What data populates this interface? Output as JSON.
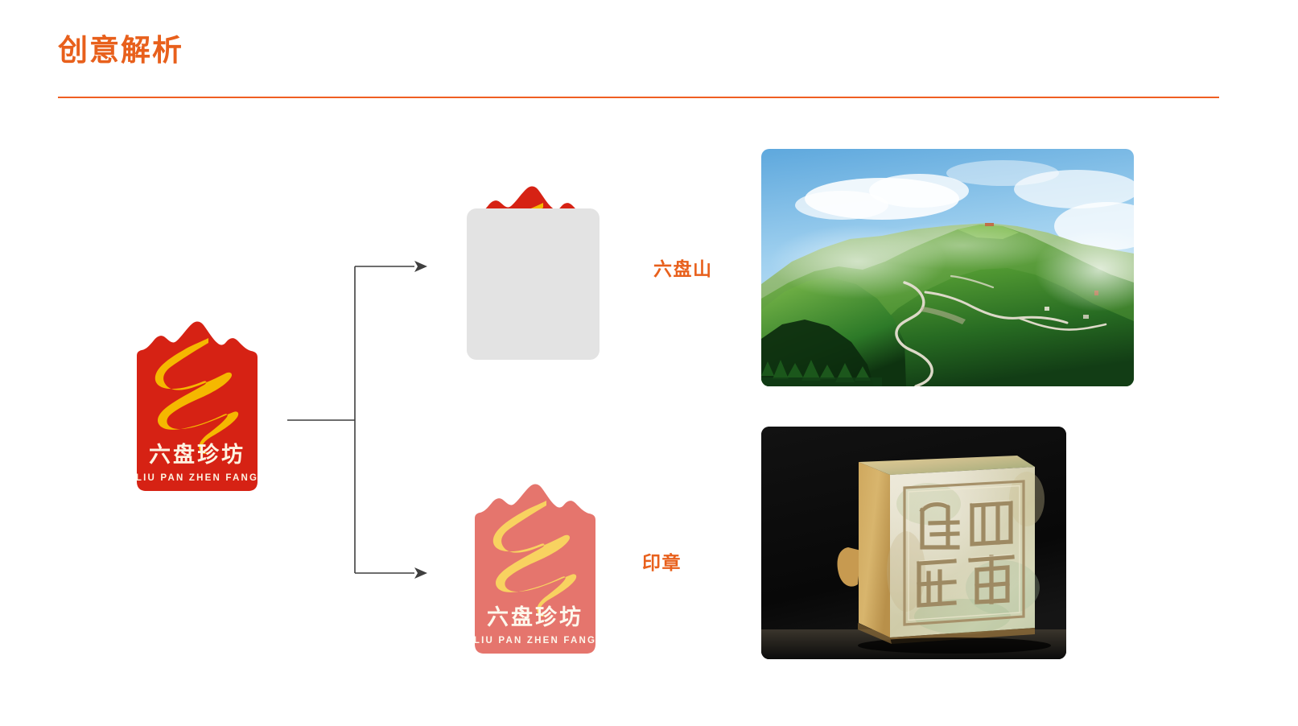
{
  "slide": {
    "title": "创意解析",
    "title_color": "#e8601c",
    "divider_color": "#ef5f22",
    "background": "#ffffff"
  },
  "logo": {
    "name_cn": "六盘珍坊",
    "name_en": "LIU PAN ZHEN FANG",
    "seal_color": "#d62214",
    "stroke_color": "#f5b800",
    "text_color": "#fdf3e2",
    "glyph": "乡"
  },
  "breakdown": [
    {
      "id": "mountain",
      "label": "六盘山",
      "element": "mountain-peaks-shape",
      "mask_color": "#e3e3e3",
      "photo": {
        "name": "liupan-mountain-photo",
        "alt": "六盘山绿色山脉盘山公路风光"
      }
    },
    {
      "id": "seal",
      "label": "印章",
      "element": "seal-silhouette-shape",
      "photo": {
        "name": "jade-seal-photo",
        "alt": "古玉印章篆刻印面"
      }
    }
  ],
  "connector": {
    "name": "branching-arrow-connector",
    "stroke": "#3f3f3f",
    "branches": 2
  }
}
